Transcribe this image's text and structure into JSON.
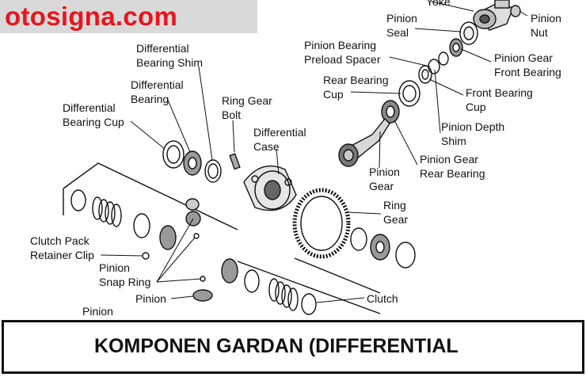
{
  "brand": {
    "text": "otosigna.com",
    "color": "#e8141e"
  },
  "caption": {
    "text": "KOMPONEN GARDAN (DIFFERENTIAL"
  },
  "labels": {
    "yoke": [
      "Yoke"
    ],
    "pinion_seal": [
      "Pinion",
      "Seal"
    ],
    "pinion_nut": [
      "Pinion",
      "Nut"
    ],
    "pinion_bearing_preload_spacer": [
      "Pinion Bearing",
      "Preload Spacer"
    ],
    "pinion_gear_front_bearing": [
      "Pinion Gear",
      "Front Bearing"
    ],
    "rear_bearing_cup": [
      "Rear Bearing",
      "Cup"
    ],
    "front_bearing_cup": [
      "Front Bearing",
      "Cup"
    ],
    "pinion_depth_shim": [
      "Pinion Depth",
      "Shim"
    ],
    "pinion_gear_rear_bearing": [
      "Pinion Gear",
      "Rear Bearing"
    ],
    "pinion_gear": [
      "Pinion",
      "Gear"
    ],
    "differential_bearing_shim": [
      "Differential",
      "Bearing Shim"
    ],
    "differential_bearing": [
      "Differential",
      "Bearing"
    ],
    "differential_bearing_cup": [
      "Differential",
      "Bearing Cup"
    ],
    "ring_gear_bolt": [
      "Ring Gear",
      "Bolt"
    ],
    "differential_case": [
      "Differential",
      "Case"
    ],
    "ring_gear": [
      "Ring",
      "Gear"
    ],
    "clutch_pack_retainer_clip": [
      "Clutch Pack",
      "Retainer Clip"
    ],
    "pinion_snap_ring": [
      "Pinion",
      "Snap Ring"
    ],
    "pinion": [
      "Pinion"
    ],
    "clutch": [
      "Clutch"
    ],
    "pinion_cutoff": [
      "Pinion"
    ]
  }
}
